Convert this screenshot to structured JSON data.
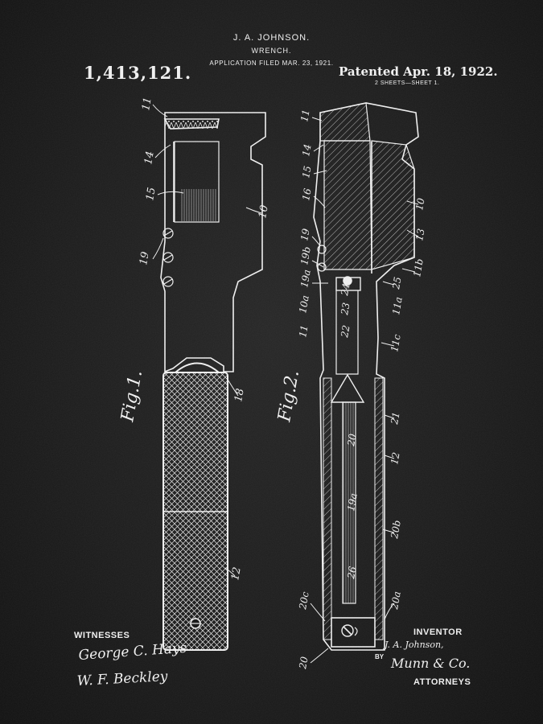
{
  "header": {
    "inventor_name": "J. A. JOHNSON.",
    "title": "WRENCH.",
    "application_filed": "APPLICATION FILED MAR. 23, 1921.",
    "patent_number": "1,413,121.",
    "patented_date": "Patented Apr. 18, 1922.",
    "sheets": "2 SHEETS—SHEET 1."
  },
  "figures": {
    "fig1_label": "Fig.1.",
    "fig2_label": "Fig.2."
  },
  "ref_numerals": {
    "fig1": [
      "11",
      "14",
      "15",
      "19",
      "10",
      "18",
      "12"
    ],
    "fig2": [
      "11",
      "14",
      "15",
      "16",
      "19",
      "19b",
      "19a",
      "10a",
      "11",
      "23",
      "10",
      "13",
      "11b",
      "25",
      "11a",
      "24",
      "22",
      "11c",
      "21",
      "20",
      "12",
      "19a",
      "20b",
      "26",
      "20c",
      "20a",
      "20"
    ]
  },
  "footer": {
    "witnesses_label": "WITNESSES",
    "witness_sig_1": "George C. Hays",
    "witness_sig_2": "W. F. Beckley",
    "inventor_label": "INVENTOR",
    "inventor_name": "J. A. Johnson,",
    "by_label": "BY",
    "attorney_sig": "Munn & Co.",
    "attorneys_label": "ATTORNEYS"
  },
  "colors": {
    "background": "#1c1c1c",
    "ink": "#efefef"
  }
}
